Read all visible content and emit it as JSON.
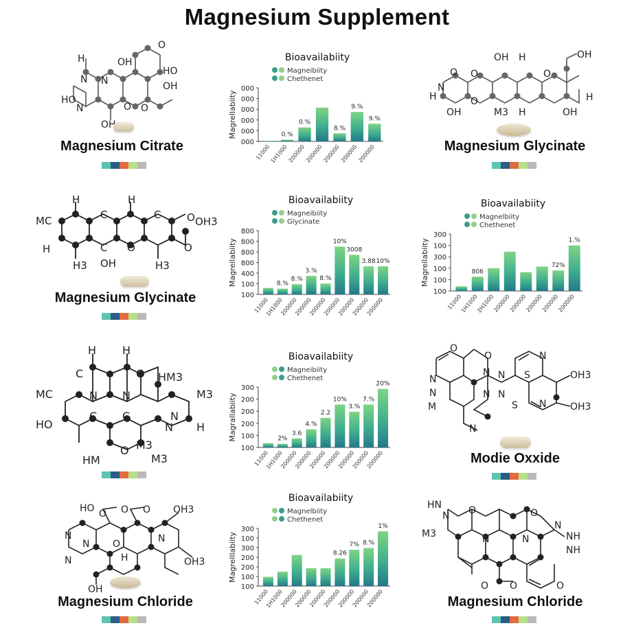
{
  "title": "Magnesium Supplement",
  "palette": [
    "#5cc4b0",
    "#2a5d87",
    "#e26a3c",
    "#b8df8a",
    "#b9b9b9"
  ],
  "labels": {
    "r0_left": "Magnesium Citrate",
    "r0_right": "Magnesium Glycinate",
    "r1_left": "Magnesium Glycinate",
    "r2_right": "Modie Oxxide",
    "r3_left": "Magnesium Chloride",
    "r3_right": "Magnesium Chloride"
  },
  "atoms": {
    "m1": [
      "H",
      "N",
      "N",
      "HO",
      "OH",
      "O",
      "OH",
      "O",
      "HO",
      "N",
      "OH",
      "O"
    ],
    "m2": [
      "H",
      "N",
      "O",
      "O",
      "O",
      "OH",
      "H",
      "OH",
      "O",
      "M3",
      "H",
      "OH",
      "OH",
      "H"
    ],
    "m3": [
      "H",
      "H",
      "C",
      "C",
      "C",
      "O",
      "O",
      "OH3",
      "MC",
      "H",
      "H3",
      "OH",
      "H3",
      "O"
    ],
    "m4": [
      "H",
      "H",
      "C",
      "O",
      "HM3",
      "M3",
      "MC",
      "N",
      "N",
      "C",
      "N",
      "HO",
      "C",
      "N",
      "H",
      "HM",
      "O",
      "M3",
      "M3"
    ],
    "m5": [
      "O",
      "O",
      "N",
      "N",
      "N",
      "N",
      "S",
      "N",
      "OH3",
      "M",
      "N",
      "N",
      "S",
      "N",
      "OH3",
      "N"
    ],
    "m6": [
      "HO",
      "O",
      "O",
      "O",
      "OH3",
      "N",
      "N",
      "H",
      "O",
      "N",
      "N",
      "OH",
      "OH3"
    ],
    "m7": [
      "HN",
      "N",
      "O",
      "O",
      "M3",
      "N",
      "N",
      "N",
      "NH",
      "NH",
      "O",
      "O",
      "O"
    ]
  },
  "chart_data": [
    {
      "type": "bar",
      "title": "Bioavailabiity",
      "ylabel": "Magrellabiity",
      "legend": [
        "Magneibiity",
        "Chethenet"
      ],
      "legend_colors": [
        "#3a9d8a",
        "#8fd08c"
      ],
      "ytick_labels": [
        "000",
        "000",
        "000",
        "000",
        "000",
        "000"
      ],
      "categories": [
        "11000",
        "1H1000",
        "200000",
        "200000",
        "200000",
        "200000",
        "200000"
      ],
      "values": [
        1,
        3,
        26,
        63,
        15,
        55,
        33
      ],
      "value_labels": [
        "",
        "0.%",
        "0.%",
        "",
        "8.%",
        "9.%",
        "9.%"
      ],
      "ylim": [
        0,
        100
      ]
    },
    {
      "type": "bar",
      "title": "Bioavailabiity",
      "ylabel": "Magrellabiity",
      "legend": [
        "Magneibiity",
        "Glycinate"
      ],
      "legend_colors": [
        "#3a9d8a",
        "#8fd08c"
      ],
      "ytick_labels": [
        "800",
        "800",
        "800",
        "800",
        "400",
        "100",
        "100"
      ],
      "categories": [
        "11000",
        "1H1000",
        "200000",
        "200000",
        "200000",
        "200000",
        "200000",
        "200000",
        "200000"
      ],
      "values": [
        10,
        9,
        16,
        29,
        17,
        75,
        62,
        44,
        44
      ],
      "value_labels": [
        "",
        "8.%",
        "8.%",
        "3.%",
        "8.%",
        "10%",
        "3008",
        "3.88",
        "10%"
      ],
      "ylim": [
        0,
        100
      ]
    },
    {
      "type": "bar",
      "title": "Bioavailabiity",
      "ylabel": "Magrellabiity",
      "legend": [
        "Magnelbiity",
        "Chethenet"
      ],
      "legend_colors": [
        "#3a9d8a",
        "#8fd08c"
      ],
      "ytick_labels": [
        "300",
        "100",
        "300",
        "100",
        "100",
        "100"
      ],
      "categories": [
        "11000",
        "1H1000",
        "2H1000",
        "200000",
        "200000",
        "200000",
        "200000",
        "200000"
      ],
      "values": [
        8,
        25,
        40,
        69,
        33,
        43,
        36,
        80
      ],
      "value_labels": [
        "",
        "806",
        "",
        "",
        "",
        "",
        "72%",
        "1.%"
      ],
      "ylim": [
        0,
        100
      ]
    },
    {
      "type": "bar",
      "title": "Bioavailabiity",
      "ylabel": "Magrallabiity",
      "legend": [
        "Magneibiity",
        "Chethenet"
      ],
      "legend_colors": [
        "#8fd08c",
        "#3a9d8a"
      ],
      "ytick_labels": [
        "300",
        "200",
        "200",
        "200",
        "100",
        "100"
      ],
      "categories": [
        "11000",
        "1H1000",
        "200000",
        "200000",
        "200000",
        "200000",
        "200000",
        "200000",
        "200000",
        "200000"
      ],
      "values": [
        7,
        6,
        15,
        30,
        49,
        71,
        59,
        71,
        97
      ],
      "value_labels": [
        "",
        "2%",
        "3.6",
        "4.%",
        "2.2",
        "10%",
        "3.%",
        "7.%",
        "20%"
      ],
      "ylim": [
        0,
        100
      ]
    },
    {
      "type": "bar",
      "title": "Bioavailabiity",
      "ylabel": "Magrelllabiity",
      "legend": [
        "Magnelbiity",
        "Chethenet"
      ],
      "legend_colors": [
        "#8fd08c",
        "#3a9d8a"
      ],
      "ytick_labels": [
        "300",
        "100",
        "300",
        "200",
        "200",
        "100",
        "100"
      ],
      "categories": [
        "11000",
        "1H1000",
        "200000",
        "200000",
        "200000",
        "200000",
        "200000",
        "200000",
        "200000",
        "200000"
      ],
      "values": [
        16,
        25,
        54,
        31,
        31,
        48,
        63,
        66,
        95
      ],
      "value_labels": [
        "",
        "",
        "",
        "",
        "",
        "8.26",
        "7%",
        "8.%",
        "1%"
      ],
      "ylim": [
        0,
        100
      ]
    }
  ]
}
